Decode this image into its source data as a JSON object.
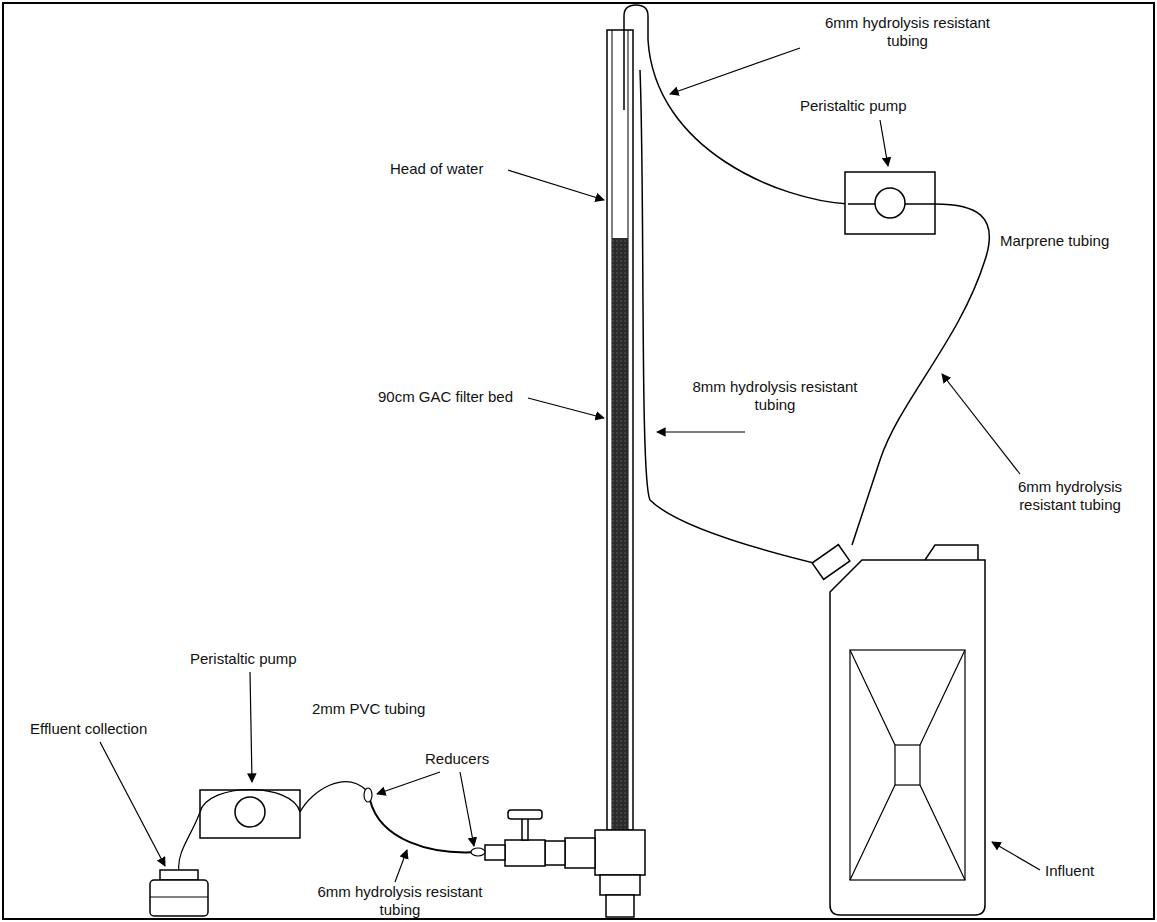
{
  "diagram": {
    "labels": [
      "Head of water",
      "6mm hydrolysis resistant tubing",
      "Peristaltic pump",
      "Marprene tubing",
      "90cm GAC filter bed",
      "8mm hydrolysis resistant tubing",
      "6mm hydrolysis resistant tubing",
      "Peristaltic pump",
      "2mm PVC tubing",
      "Reducers",
      "Effluent collection",
      "6mm hydrolysis resistant tubing",
      "Influent"
    ]
  }
}
